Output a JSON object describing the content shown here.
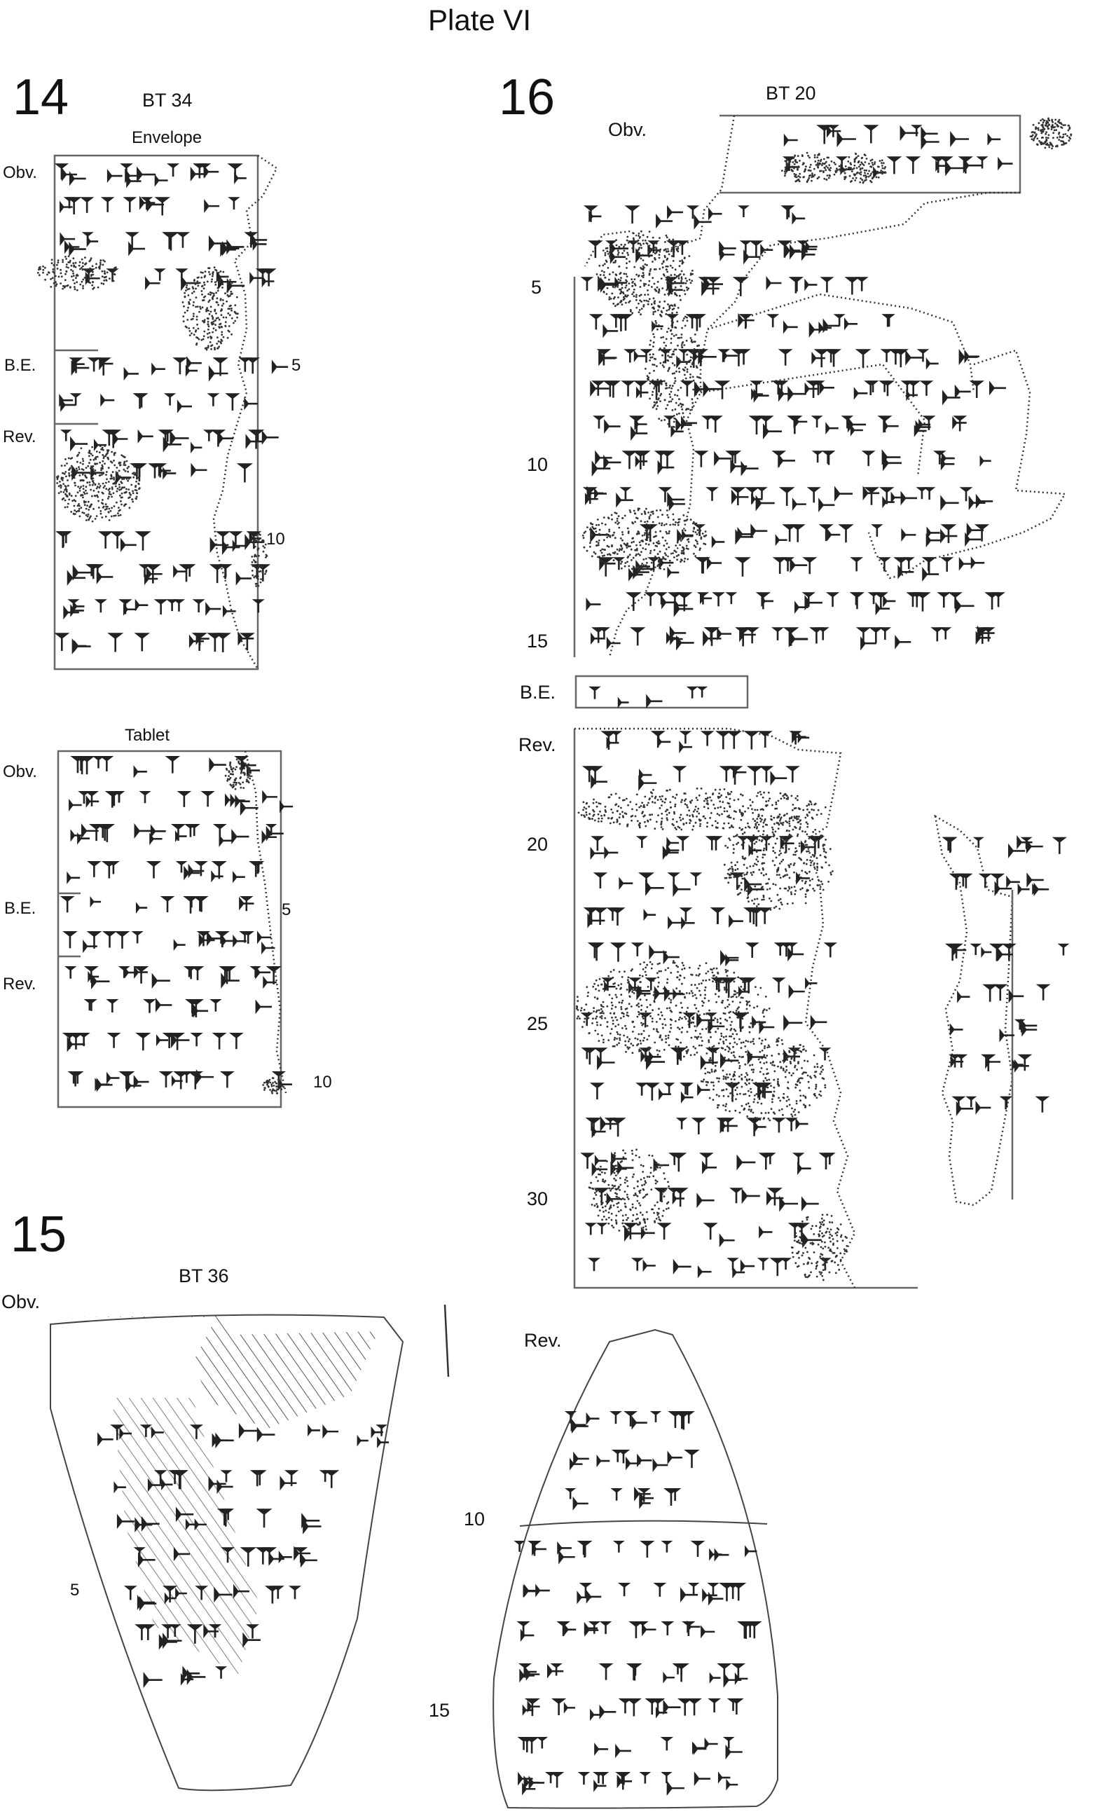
{
  "plate": {
    "title": "Plate VI"
  },
  "figure14": {
    "number": "14",
    "id": "BT 34",
    "envelope": {
      "heading": "Envelope",
      "obv": "Obv.",
      "be": "B.E.",
      "rev": "Rev.",
      "line5": "5",
      "line10": "10"
    },
    "tablet": {
      "heading": "Tablet",
      "obv": "Obv.",
      "be": "B.E.",
      "rev": "Rev.",
      "line5": "5",
      "line10": "10"
    }
  },
  "figure15": {
    "number": "15",
    "id": "BT 36",
    "obv": "Obv.",
    "rev": "Rev.",
    "line5": "5",
    "line10": "10",
    "line15": "15"
  },
  "figure16": {
    "number": "16",
    "id": "BT 20",
    "obv": "Obv.",
    "be": "B.E.",
    "rev": "Rev.",
    "line5": "5",
    "line10": "10",
    "line15": "15",
    "line20": "20",
    "line25": "25",
    "line30": "30"
  },
  "style": {
    "ink": "#222222",
    "frame": "#666666",
    "stipple": "#333333"
  }
}
